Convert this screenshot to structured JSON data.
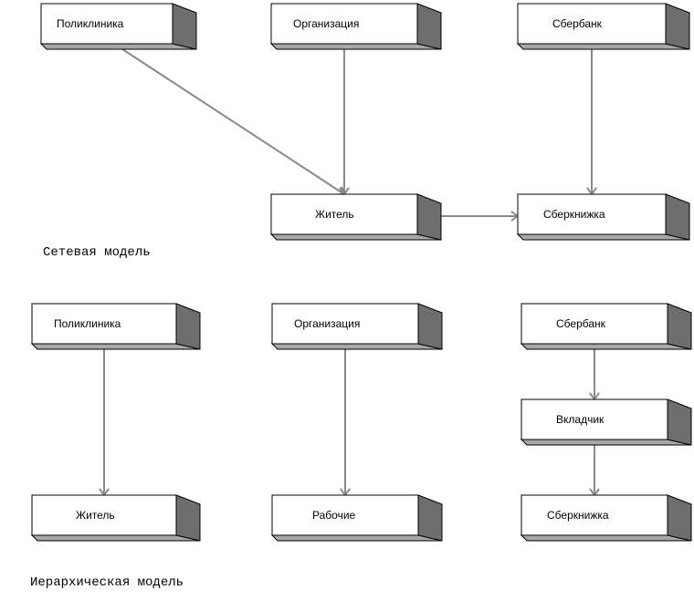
{
  "network": {
    "caption": "Сетевая модель",
    "nodes": {
      "poly": "Поликлиника",
      "org": "Организация",
      "bank": "Сбербанк",
      "resident": "Житель",
      "book": "Сберкнижка"
    },
    "edges": [
      [
        "poly",
        "resident"
      ],
      [
        "org",
        "resident"
      ],
      [
        "bank",
        "book"
      ],
      [
        "resident",
        "book"
      ]
    ]
  },
  "hierarchy": {
    "caption": "Иерархическая модель",
    "nodes": {
      "poly": "Поликлиника",
      "org": "Организация",
      "bank": "Сбербанк",
      "depositor": "Вкладчик",
      "resident": "Житель",
      "workers": "Рабочие",
      "book": "Сберкнижка"
    },
    "edges": [
      [
        "poly",
        "resident"
      ],
      [
        "org",
        "workers"
      ],
      [
        "bank",
        "depositor"
      ],
      [
        "depositor",
        "book"
      ]
    ]
  }
}
